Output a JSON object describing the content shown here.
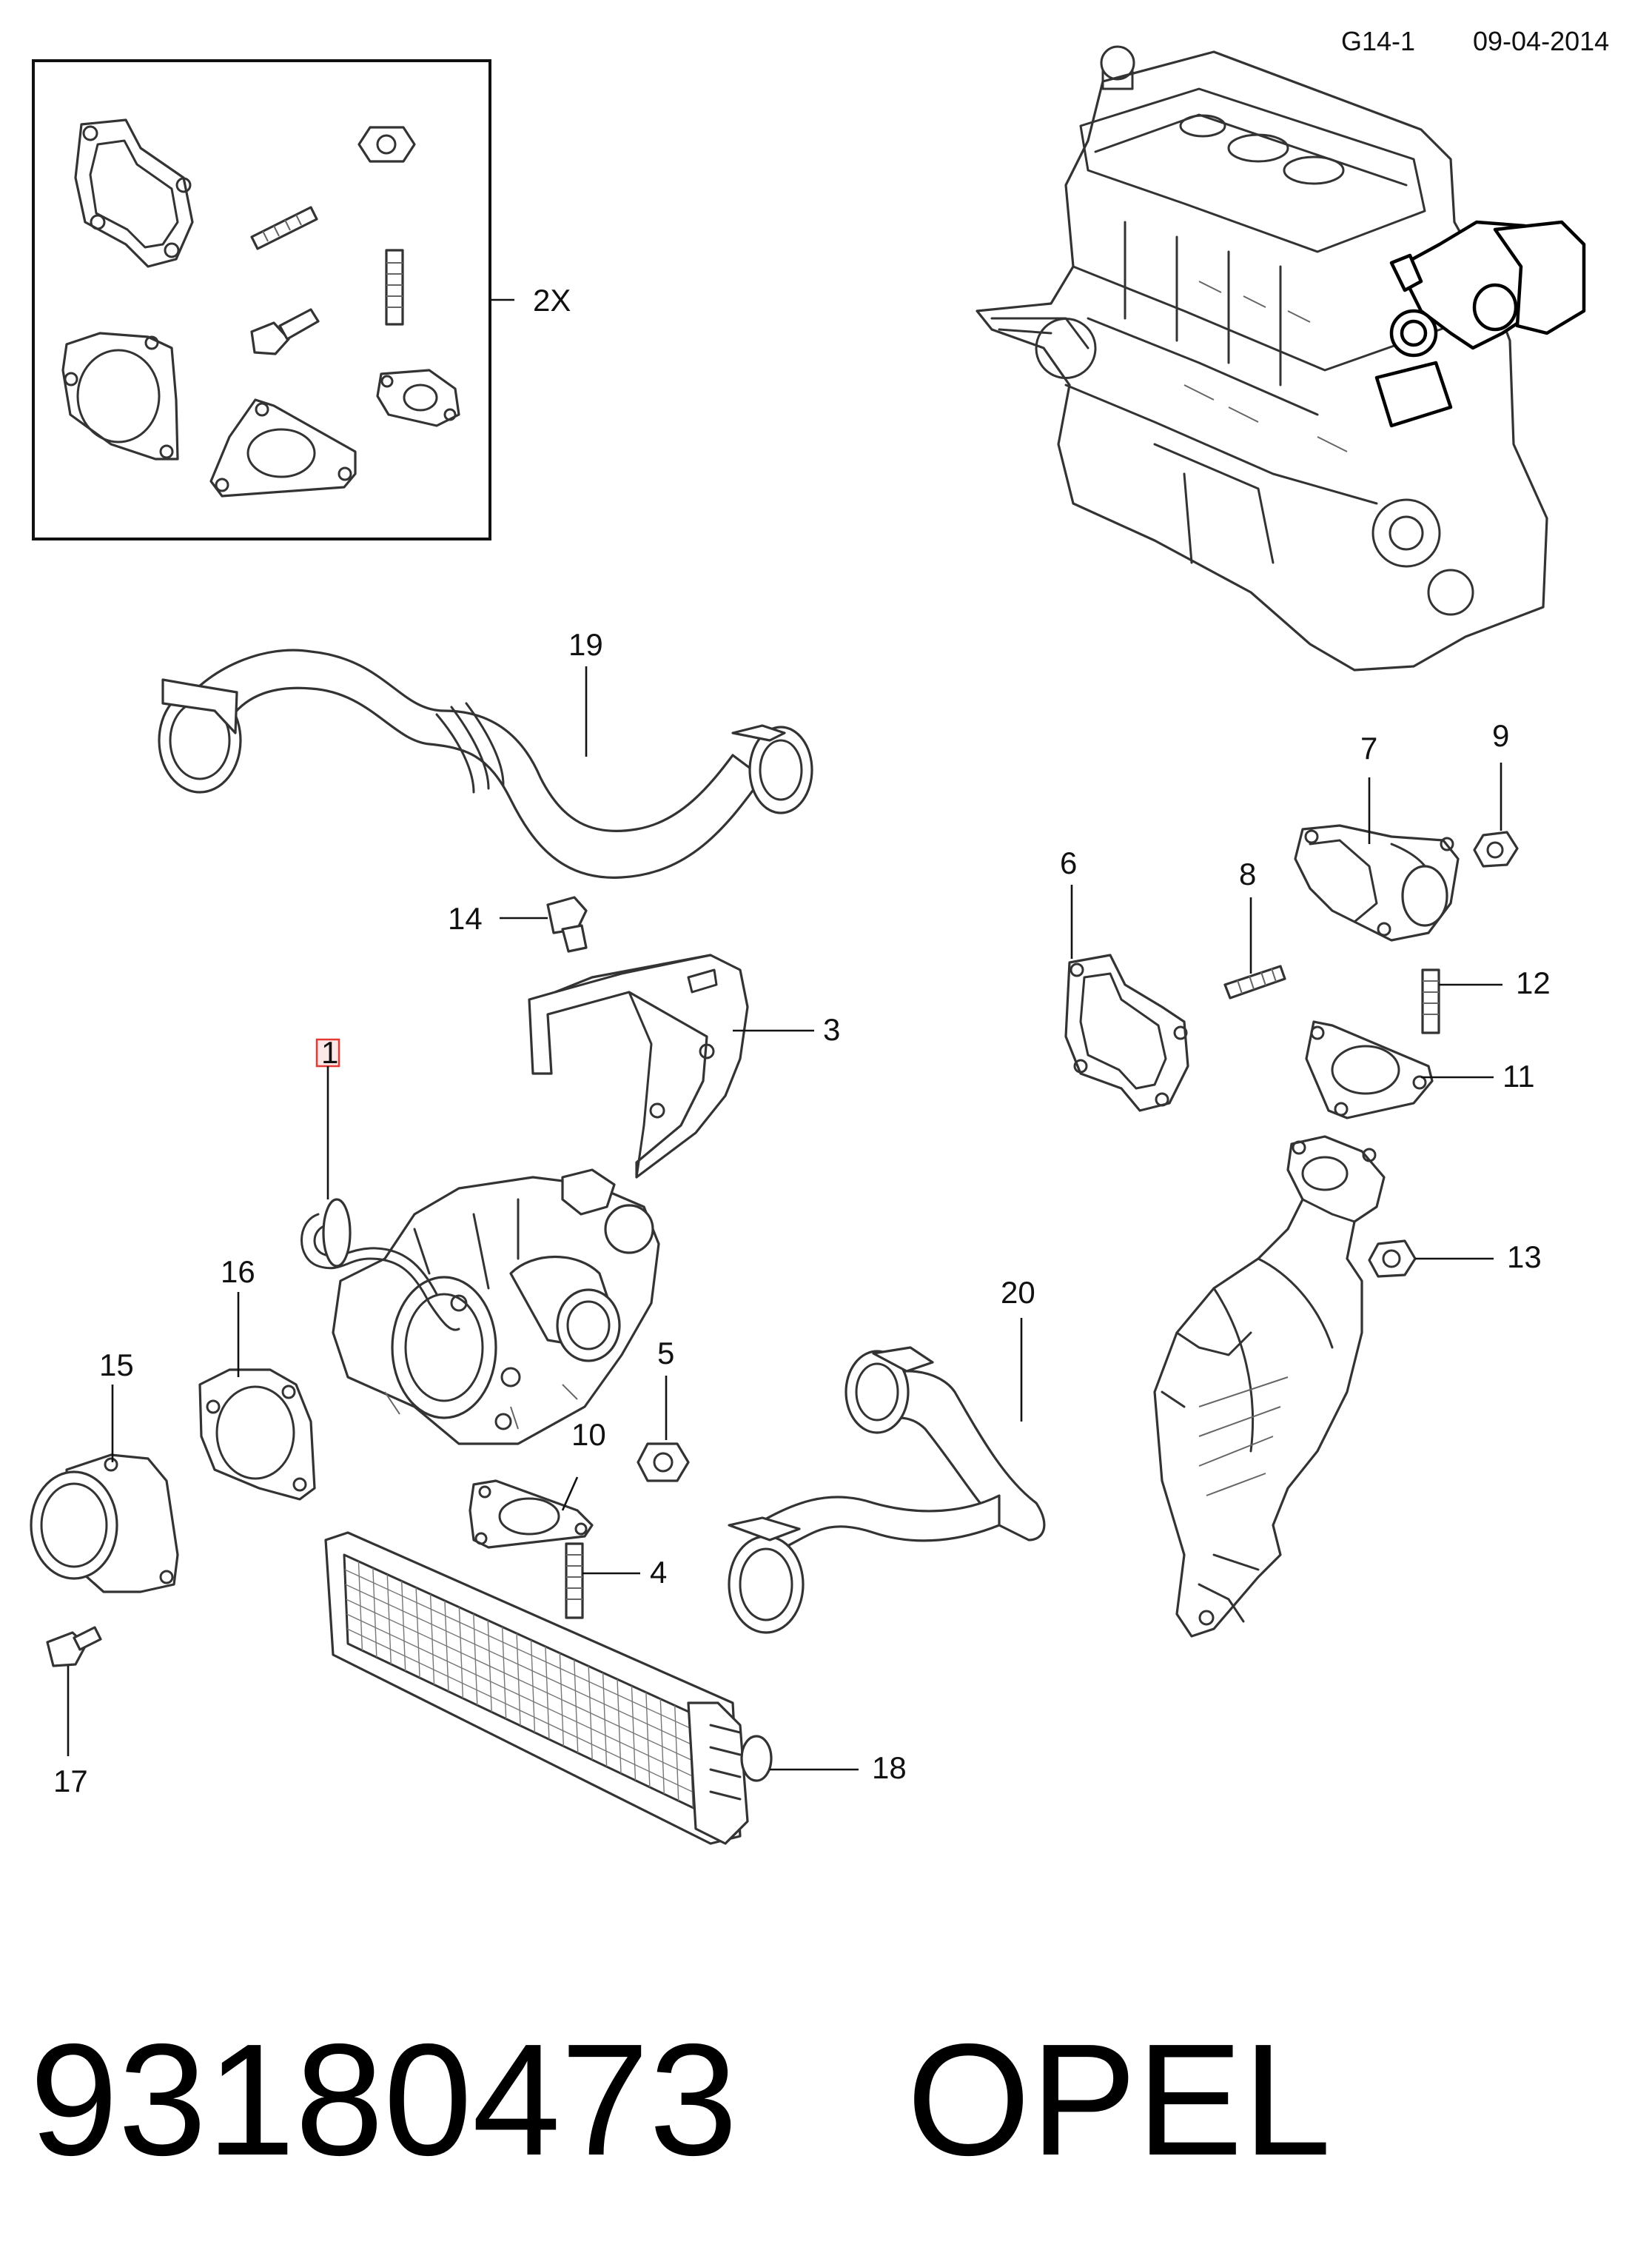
{
  "header": {
    "code": "G14-1",
    "date": "09-04-2014"
  },
  "callouts": {
    "c1": "1",
    "c2x": "2X",
    "c3": "3",
    "c4": "4",
    "c5": "5",
    "c6": "6",
    "c7": "7",
    "c8": "8",
    "c9": "9",
    "c10": "10",
    "c11": "11",
    "c12": "12",
    "c13": "13",
    "c14": "14",
    "c15": "15",
    "c16": "16",
    "c17": "17",
    "c18": "18",
    "c19": "19",
    "c20": "20"
  },
  "footer": {
    "part_number": "93180473",
    "brand": "OPEL"
  },
  "colors": {
    "highlight": "#e53935",
    "line": "#333333",
    "ink": "#000000"
  }
}
